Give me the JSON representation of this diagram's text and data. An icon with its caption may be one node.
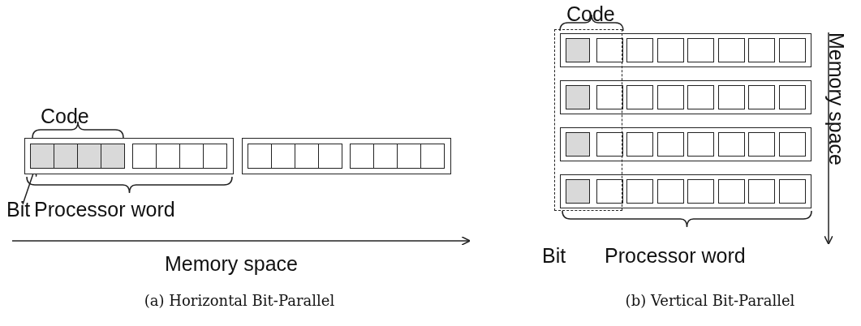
{
  "diagram": {
    "nodes": [
      {
        "text": [],
        "shape": "box"
      },
      {
        "text": [],
        "shape": "box",
        "in": 0
      },
      {
        "text": [],
        "shape": "box",
        "in": 0
      },
      {
        "text": [],
        "shape": "box",
        "in": 0
      },
      {
        "text": [],
        "shape": "box",
        "in": 0
      },
      {
        "text": [],
        "shape": "box",
        "in": 0
      },
      {
        "text": [],
        "shape": "box",
        "in": 0
      },
      {
        "text": [],
        "shape": "box",
        "in": 0
      },
      {
        "text": [],
        "shape": "box",
        "in": 0
      },
      {
        "text": [],
        "shape": "box"
      },
      {
        "text": [],
        "shape": "box",
        "in": 9
      },
      {
        "text": [],
        "shape": "box",
        "in": 9
      },
      {
        "text": [],
        "shape": "box",
        "in": 9
      },
      {
        "text": [],
        "shape": "box",
        "in": 9
      },
      {
        "text": [],
        "shape": "box",
        "in": 9
      },
      {
        "text": [],
        "shape": "box",
        "in": 9
      },
      {
        "text": [],
        "shape": "box",
        "in": 9
      },
      {
        "text": [],
        "shape": "box",
        "in": 9
      },
      {
        "text": [
          "Bit"
        ]
      },
      {
        "text": [],
        "shape": "box"
      },
      {
        "text": [],
        "shape": "box"
      },
      {
        "text": [],
        "shape": "box"
      },
      {
        "text": [],
        "shape": "box",
        "in": 19
      },
      {
        "text": [],
        "shape": "box",
        "in": 19
      },
      {
        "text": [],
        "shape": "box",
        "in": 19
      },
      {
        "text": [],
        "shape": "box",
        "in": 19
      },
      {
        "text": [],
        "shape": "box",
        "in": 19
      },
      {
        "text": [],
        "shape": "box",
        "in": 19
      },
      {
        "text": [],
        "shape": "box"
      },
      {
        "text": [],
        "shape": "box"
      },
      {
        "text": [],
        "shape": "box"
      },
      {
        "text": [],
        "shape": "box",
        "in": 28
      },
      {
        "text": [],
        "shape": "box",
        "in": 28
      },
      {
        "text": [],
        "shape": "box",
        "in": 28
      },
      {
        "text": [],
        "shape": "box",
        "in": 28
      },
      {
        "text": [],
        "shape": "box",
        "in": 28
      },
      {
        "text": [],
        "shape": "box",
        "in": 28
      },
      {
        "text": [],
        "shape": "box"
      },
      {
        "text": [],
        "shape": "box"
      },
      {
        "text": [],
        "shape": "box"
      },
      {
        "text": [],
        "shape": "box",
        "in": 37
      },
      {
        "text": [],
        "shape": "box",
        "in": 37
      },
      {
        "text": [],
        "shape": "box",
        "in": 37
      },
      {
        "text": [],
        "shape": "box",
        "in": 37
      },
      {
        "text": [],
        "shape": "box",
        "in": 37
      },
      {
        "text": [],
        "shape": "box",
        "in": 37
      },
      {
        "text": [],
        "shape": "box"
      },
      {
        "text": [],
        "shape": "box"
      },
      {
        "text": [],
        "shape": "box"
      },
      {
        "text": [],
        "shape": "box",
        "in": 46
      },
      {
        "text": [],
        "shape": "box",
        "in": 46
      },
      {
        "text": [],
        "shape": "box",
        "in": 46
      },
      {
        "text": [],
        "shape": "box",
        "in": 46
      },
      {
        "text": [],
        "shape": "box",
        "in": 46
      },
      {
        "text": [],
        "shape": "box",
        "in": 46
      },
      {
        "text": [],
        "shape": "box"
      }
    ],
    "edges": [
      {
        "from": 18,
        "to": 1,
        "arrow": "to"
      }
    ],
    "labels": [
      "Code",
      "Processor word",
      "Memory space",
      "(a) Horizontal Bit-Parallel",
      "Code",
      "Memory space",
      "Bit",
      "Processor word",
      "(b) Vertical Bit-Parallel"
    ]
  }
}
